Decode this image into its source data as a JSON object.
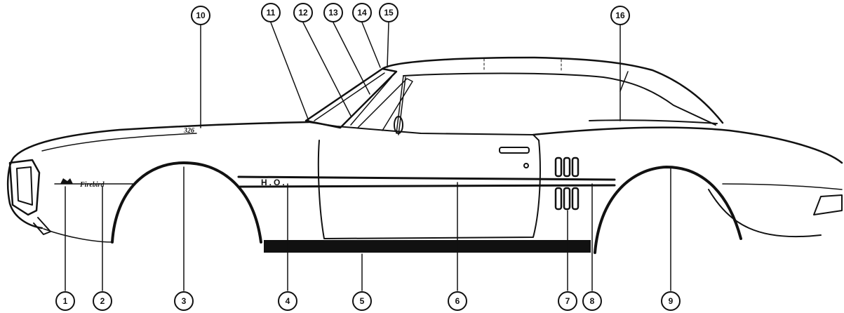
{
  "diagram": {
    "emblem_text": "Firebird",
    "hood_badge": "326",
    "stripe_text": "H.O.",
    "callouts": [
      {
        "label": "1"
      },
      {
        "label": "2"
      },
      {
        "label": "3"
      },
      {
        "label": "4"
      },
      {
        "label": "5"
      },
      {
        "label": "6"
      },
      {
        "label": "7"
      },
      {
        "label": "8"
      },
      {
        "label": "9"
      },
      {
        "label": "10"
      },
      {
        "label": "11"
      },
      {
        "label": "12"
      },
      {
        "label": "13"
      },
      {
        "label": "14"
      },
      {
        "label": "15"
      },
      {
        "label": "16"
      }
    ]
  }
}
